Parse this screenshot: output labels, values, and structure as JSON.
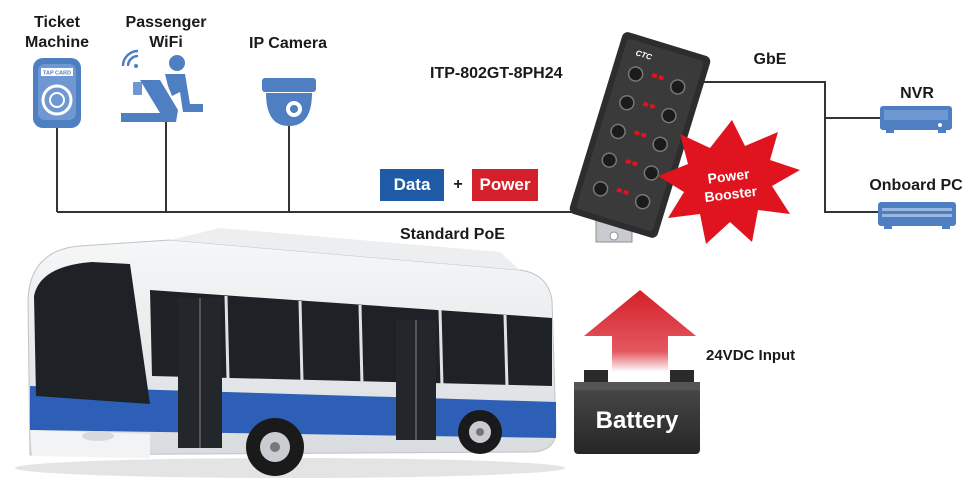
{
  "devices": {
    "ticket_machine": {
      "line1": "Ticket",
      "line2": "Machine"
    },
    "passenger_wifi": {
      "line1": "Passenger",
      "line2": "WiFi"
    },
    "ip_camera": {
      "label": "IP Camera"
    },
    "nvr": {
      "label": "NVR"
    },
    "onboard_pc": {
      "label": "Onboard PC"
    },
    "ticket_card_text": "TAP CARD"
  },
  "switch": {
    "model": "ITP-802GT-8PH24",
    "brand": "CTC",
    "booster_line1": "Power",
    "booster_line2": "Booster"
  },
  "links": {
    "uplink": "GbE",
    "standard_poe": "Standard PoE",
    "data_label": "Data",
    "plus": "+",
    "power_label": "Power",
    "input": "24VDC Input"
  },
  "battery": {
    "label": "Battery"
  },
  "colors": {
    "data_blue": "#1f5aa6",
    "power_red": "#d4202a",
    "booster_red": "#e0141e",
    "icon_blue": "#4f7fc3",
    "line": "#333333",
    "switch_body": "#2d2d2d"
  }
}
